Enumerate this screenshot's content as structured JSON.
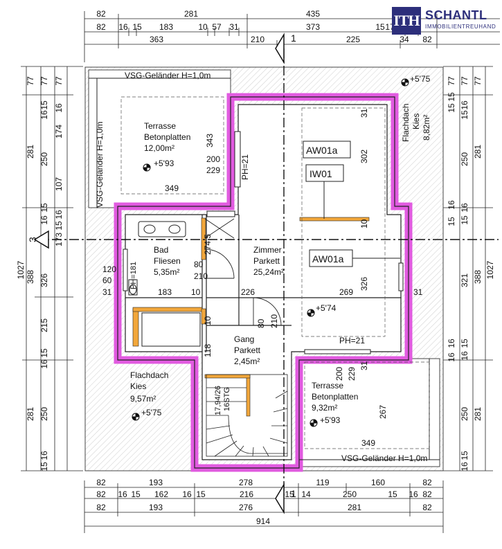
{
  "brand": {
    "mark": "ITH",
    "name": "SCHANTL",
    "sub": "IMMOBILIENTREUHAND"
  },
  "dims_top": {
    "row1": [
      "82",
      "281",
      "435"
    ],
    "row2": [
      "82",
      "16",
      "15",
      "183",
      "10",
      "57",
      "31",
      "373",
      "15",
      "17"
    ],
    "row3": [
      "363",
      "210",
      "225",
      "34",
      "82"
    ]
  },
  "dims_bottom": {
    "row1": [
      "82",
      "193",
      "278",
      "119",
      "160",
      "82"
    ],
    "row2": [
      "82",
      "16",
      "15",
      "162",
      "16",
      "15",
      "216",
      "15",
      "14",
      "250",
      "15",
      "16",
      "82"
    ],
    "row3": [
      "82",
      "193",
      "276",
      "281",
      "82"
    ],
    "total": "914"
  },
  "dims_left": {
    "outer": [
      "77",
      "281",
      "1027",
      "388",
      "281"
    ],
    "mid": [
      "77",
      "15",
      "16",
      "250",
      "15",
      "16",
      "326",
      "215",
      "16",
      "15",
      "250",
      "16",
      "15"
    ],
    "inner": [
      "77",
      "16",
      "174",
      "107",
      "16",
      "173",
      "15"
    ]
  },
  "dims_right": {
    "outer": [
      "77",
      "281",
      "1027",
      "388",
      "281"
    ],
    "mid": [
      "77",
      "16",
      "15",
      "250",
      "16",
      "15",
      "321",
      "15",
      "16",
      "250",
      "15",
      "16"
    ],
    "inner": [
      "77",
      "15",
      "15",
      "16",
      "15",
      "16",
      "16"
    ]
  },
  "section_marks": {
    "top": "1",
    "bottom": "1",
    "left": "3"
  },
  "rooms": {
    "terrace_top": {
      "name": "Terrasse",
      "floor": "Betonplatten",
      "area": "12,00m²",
      "level": "+5'93",
      "w": "349",
      "h": "343"
    },
    "railing_top": "VSG-Geländer H=1,0m",
    "railing_left": "VSG-Geländer H=1,0m",
    "flat_roof_top": {
      "name": "Flachdach",
      "floor": "Kies",
      "area": "8,82m²",
      "level": "+5'75"
    },
    "room_aw": "AW01a",
    "room_iw": "IW01",
    "room_aw2": "AW01a",
    "ph_top": "PH=21",
    "bath": {
      "name": "Bad",
      "floor": "Fliesen",
      "area": "5,35m²"
    },
    "ph_bath": "PH=181",
    "room": {
      "name": "Zimmer",
      "floor": "Parkett",
      "area": "25,24m²"
    },
    "hall": {
      "name": "Gang",
      "floor": "Parkett",
      "area": "2,45m²"
    },
    "level_room": "+5'74",
    "ph_room": "PH=21",
    "flat_roof_bottom": {
      "name": "Flachdach",
      "floor": "Kies",
      "area": "9,57m²",
      "level": "+5'75"
    },
    "terrace_bottom": {
      "name": "Terrasse",
      "floor": "Betonplatten",
      "area": "9,32m²",
      "level": "+5'93",
      "w": "349",
      "h": "267"
    },
    "railing_bottom": "VSG-Geländer H=1,0m",
    "stairs": "17,94/26",
    "stairs_steps": "16STG"
  },
  "inner_dims": {
    "d200a": "200",
    "d229a": "229",
    "d302": "302",
    "d31a": "31",
    "d10a": "10",
    "d274": "274,5",
    "d80a": "80",
    "d210a": "210",
    "d120": "120",
    "d60": "60",
    "d31b": "31",
    "d183": "183",
    "d10b": "10",
    "d226": "226",
    "d269": "269",
    "d31c": "31",
    "d326": "326",
    "d10c": "10",
    "d80b": "80",
    "d210b": "210",
    "d118": "118",
    "d200b": "200",
    "d229b": "229",
    "d31d": "31"
  }
}
